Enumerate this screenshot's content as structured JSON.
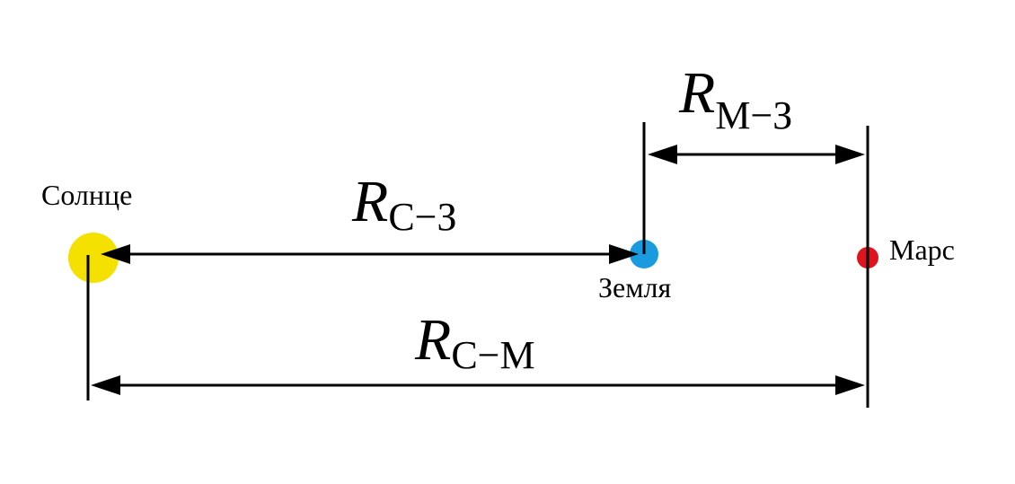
{
  "bodies": {
    "sun": {
      "label": "Солнце",
      "color": "#f5e100"
    },
    "earth": {
      "label": "Земля",
      "color": "#1a9be0"
    },
    "mars": {
      "label": "Марс",
      "color": "#e0141e"
    }
  },
  "distances": {
    "sun_earth": {
      "symbol": "R",
      "subscript": "С−З"
    },
    "mars_earth": {
      "symbol": "R",
      "subscript": "М−З"
    },
    "sun_mars": {
      "symbol": "R",
      "subscript": "С−М"
    }
  },
  "colors": {
    "line": "#000000",
    "background": "#ffffff"
  }
}
